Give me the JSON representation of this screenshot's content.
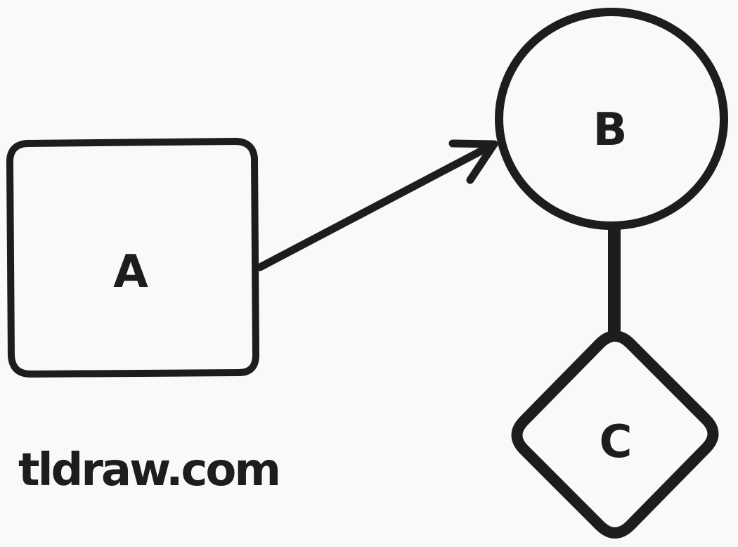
{
  "canvas": {
    "background": "#f8f9fa",
    "stroke_color": "#1d1d1d"
  },
  "shapes": {
    "a": {
      "type": "rectangle",
      "label": "A"
    },
    "b": {
      "type": "ellipse",
      "label": "B"
    },
    "c": {
      "type": "diamond",
      "label": "C"
    }
  },
  "connectors": [
    {
      "from": "A",
      "to": "B",
      "type": "arrow"
    },
    {
      "from": "B",
      "to": "C",
      "type": "line"
    }
  ],
  "watermark": {
    "text": "tldraw.com"
  }
}
